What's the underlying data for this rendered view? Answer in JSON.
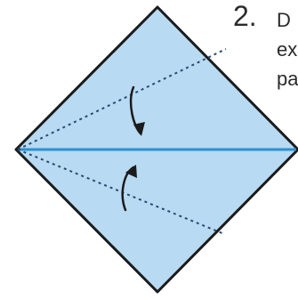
{
  "step": {
    "number": "2.",
    "lines": [
      "D",
      "ex",
      "pa"
    ]
  },
  "colors": {
    "paper_fill": "#b8daf2",
    "outline": "#1b1b1b",
    "center_crease": "#2e8fd2",
    "fold_guides": "#2a4a6e",
    "arrows": "#1b1b1b"
  },
  "arrows": [
    "down-fold-arrow",
    "up-fold-arrow"
  ],
  "icons": [
    "paper-diamond"
  ]
}
